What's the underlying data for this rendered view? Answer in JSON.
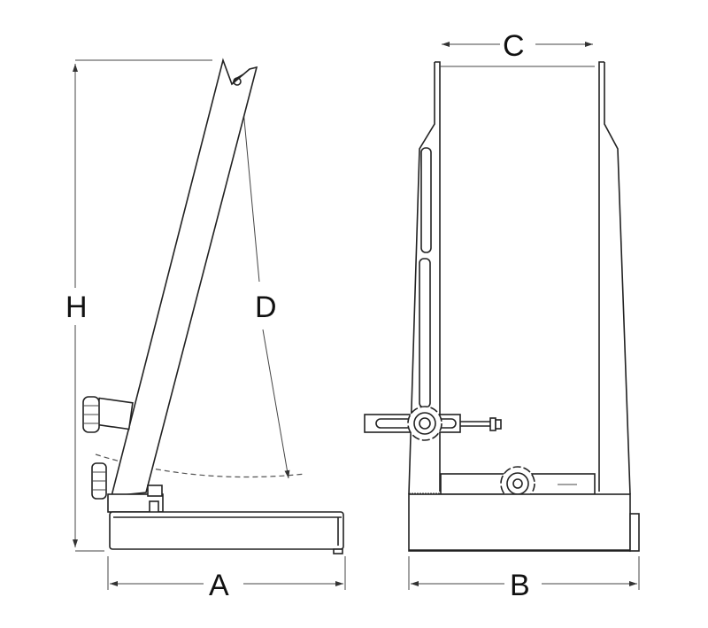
{
  "diagram": {
    "labels": {
      "height": "H",
      "swing": "D",
      "side_depth": "A",
      "front_width": "B",
      "inner_width": "C"
    },
    "line_color": "#222222",
    "background": "#ffffff"
  }
}
